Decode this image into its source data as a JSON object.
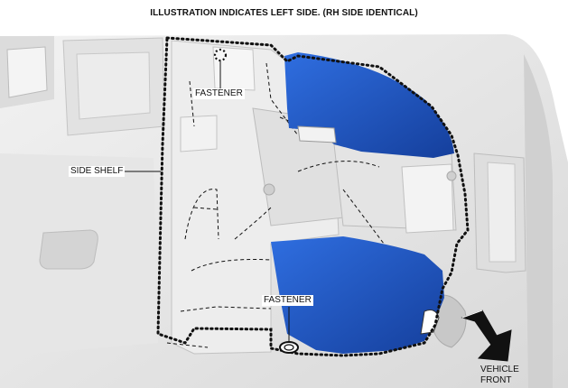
{
  "figure": {
    "title": "ILLUSTRATION INDICATES LEFT SIDE. (RH SIDE IDENTICAL)"
  },
  "labels": {
    "fastener_top": "FASTENER",
    "side_shelf": "SIDE SHELF",
    "fastener_bottom": "FASTENER",
    "vehicle_front_line1": "VEHICLE",
    "vehicle_front_line2": "FRONT"
  },
  "colors": {
    "background": "#ffffff",
    "body_panel": "#e9e9e9",
    "panel_shadow": "#c9c9c9",
    "highlight_part": "#1e54c4",
    "highlight_part_dark": "#123a94",
    "outline_dots": "#111111",
    "arrow": "#111111"
  },
  "icons": {
    "fastener_marker": "dashed-circle",
    "fastener_ring": "ring",
    "direction_arrow": "vehicle-front-arrow"
  }
}
